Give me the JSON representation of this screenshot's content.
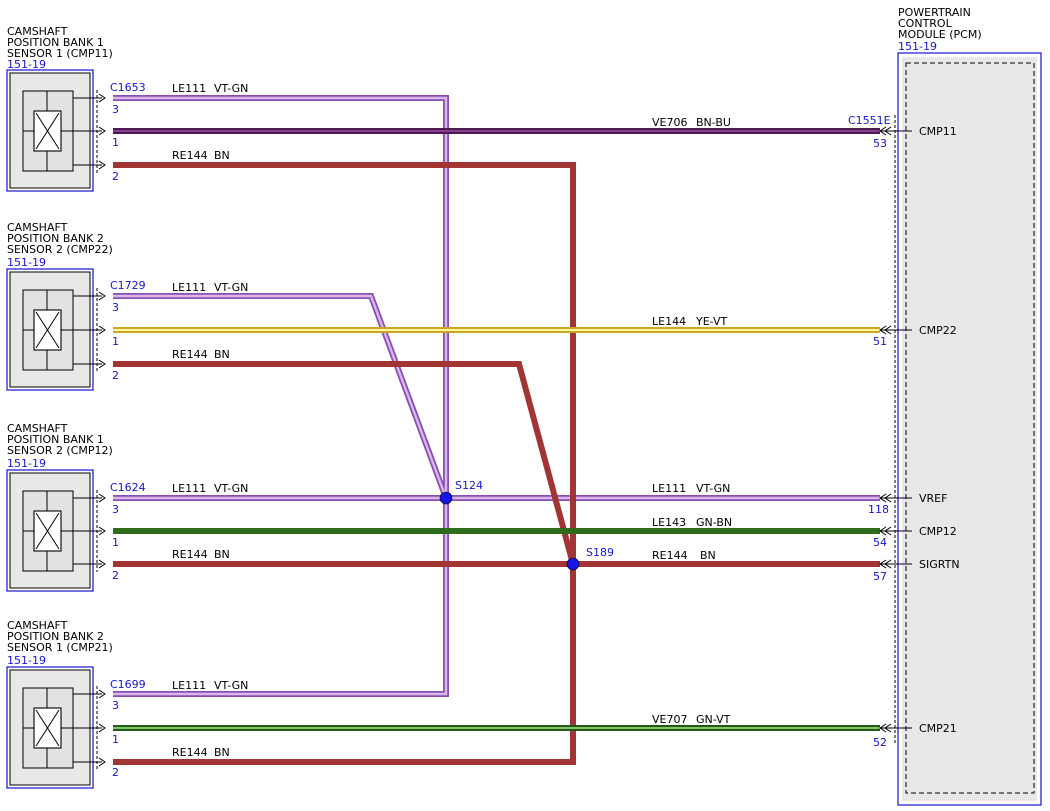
{
  "sensors": [
    {
      "name_lines": [
        "CAMSHAFT",
        "POSITION BANK 1",
        "SENSOR 1 (CMP11)"
      ],
      "ref": "151-19",
      "connector": "C1653",
      "pins": [
        "3",
        "1",
        "2"
      ],
      "circuits": [
        {
          "circuit": "LE111",
          "color_code": "VT-GN"
        },
        {
          "circuit": "",
          "color_code": ""
        },
        {
          "circuit": "RE144",
          "color_code": "BN"
        }
      ]
    },
    {
      "name_lines": [
        "CAMSHAFT",
        "POSITION BANK 2",
        "SENSOR 2 (CMP22)"
      ],
      "ref": "151-19",
      "connector": "C1729",
      "pins": [
        "3",
        "1",
        "2"
      ],
      "circuits": [
        {
          "circuit": "LE111",
          "color_code": "VT-GN"
        },
        {
          "circuit": "",
          "color_code": ""
        },
        {
          "circuit": "RE144",
          "color_code": "BN"
        }
      ]
    },
    {
      "name_lines": [
        "CAMSHAFT",
        "POSITION BANK 1",
        "SENSOR 2 (CMP12)"
      ],
      "ref": "151-19",
      "connector": "C1624",
      "pins": [
        "3",
        "1",
        "2"
      ],
      "circuits": [
        {
          "circuit": "LE111",
          "color_code": "VT-GN"
        },
        {
          "circuit": "",
          "color_code": ""
        },
        {
          "circuit": "RE144",
          "color_code": "BN"
        }
      ]
    },
    {
      "name_lines": [
        "CAMSHAFT",
        "POSITION BANK 2",
        "SENSOR 1 (CMP21)"
      ],
      "ref": "151-19",
      "connector": "C1699",
      "pins": [
        "3",
        "1",
        "2"
      ],
      "circuits": [
        {
          "circuit": "LE111",
          "color_code": "VT-GN"
        },
        {
          "circuit": "",
          "color_code": ""
        },
        {
          "circuit": "RE144",
          "color_code": "BN"
        }
      ]
    }
  ],
  "pcm": {
    "name_lines": [
      "POWERTRAIN",
      "CONTROL",
      "MODULE (PCM)"
    ],
    "ref": "151-19",
    "connector": "C1551E",
    "pins": [
      {
        "pin": "53",
        "name": "CMP11"
      },
      {
        "pin": "51",
        "name": "CMP22"
      },
      {
        "pin": "118",
        "name": "VREF"
      },
      {
        "pin": "54",
        "name": "CMP12"
      },
      {
        "pin": "57",
        "name": "SIGRTN"
      },
      {
        "pin": "52",
        "name": "CMP21"
      }
    ]
  },
  "wire_labels": [
    {
      "circuit": "VE706",
      "color_code": "BN-BU"
    },
    {
      "circuit": "LE144",
      "color_code": "YE-VT"
    },
    {
      "circuit": "LE111",
      "color_code": "VT-GN"
    },
    {
      "circuit": "LE143",
      "color_code": "GN-BN"
    },
    {
      "circuit": "RE144",
      "color_code": "BN"
    },
    {
      "circuit": "VE707",
      "color_code": "GN-VT"
    }
  ],
  "splices": [
    "S124",
    "S189"
  ],
  "wire_colors": {
    "vt_gn": "#b98ad6",
    "bn": "#a33434",
    "bn_bu": "#6a2470",
    "ye_vt": "#e8d84a",
    "gn_bn": "#2e6b1a",
    "gn_vt": "#3d8a2e",
    "ref_blue": "#1515d6",
    "splice": "#1515e6"
  }
}
